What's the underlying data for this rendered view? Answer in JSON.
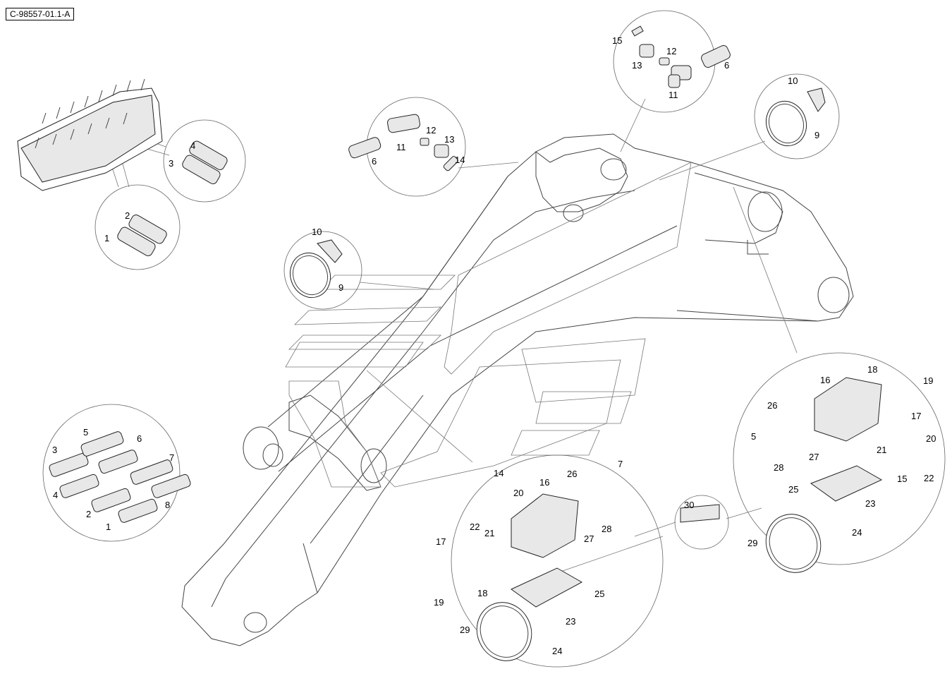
{
  "drawing_id": "C-98557-01.1-A",
  "callouts": [
    {
      "id": "c1",
      "text": "15"
    },
    {
      "id": "c2",
      "text": "12"
    },
    {
      "id": "c3",
      "text": "13"
    },
    {
      "id": "c4",
      "text": "6"
    },
    {
      "id": "c5",
      "text": "11"
    },
    {
      "id": "c6",
      "text": "10"
    },
    {
      "id": "c7",
      "text": "9"
    },
    {
      "id": "c8",
      "text": "12"
    },
    {
      "id": "c9",
      "text": "13"
    },
    {
      "id": "c10",
      "text": "11"
    },
    {
      "id": "c11",
      "text": "6"
    },
    {
      "id": "c12",
      "text": "14"
    },
    {
      "id": "c13",
      "text": "4"
    },
    {
      "id": "c14",
      "text": "3"
    },
    {
      "id": "c15",
      "text": "2"
    },
    {
      "id": "c16",
      "text": "1"
    },
    {
      "id": "c17",
      "text": "10"
    },
    {
      "id": "c18",
      "text": "9"
    },
    {
      "id": "c19",
      "text": "16"
    },
    {
      "id": "c20",
      "text": "18"
    },
    {
      "id": "c21",
      "text": "19"
    },
    {
      "id": "c22",
      "text": "17"
    },
    {
      "id": "c23",
      "text": "26"
    },
    {
      "id": "c24",
      "text": "20"
    },
    {
      "id": "c25",
      "text": "21"
    },
    {
      "id": "c26",
      "text": "5"
    },
    {
      "id": "c27",
      "text": "28"
    },
    {
      "id": "c28",
      "text": "27"
    },
    {
      "id": "c29",
      "text": "15"
    },
    {
      "id": "c30",
      "text": "22"
    },
    {
      "id": "c31",
      "text": "25"
    },
    {
      "id": "c32",
      "text": "23"
    },
    {
      "id": "c33",
      "text": "24"
    },
    {
      "id": "c34",
      "text": "30"
    },
    {
      "id": "c35",
      "text": "29"
    },
    {
      "id": "c36",
      "text": "5"
    },
    {
      "id": "c37",
      "text": "3"
    },
    {
      "id": "c38",
      "text": "6"
    },
    {
      "id": "c39",
      "text": "7"
    },
    {
      "id": "c40",
      "text": "4"
    },
    {
      "id": "c41",
      "text": "8"
    },
    {
      "id": "c42",
      "text": "2"
    },
    {
      "id": "c43",
      "text": "1"
    },
    {
      "id": "c44",
      "text": "14"
    },
    {
      "id": "c45",
      "text": "16"
    },
    {
      "id": "c46",
      "text": "26"
    },
    {
      "id": "c47",
      "text": "7"
    },
    {
      "id": "c48",
      "text": "20"
    },
    {
      "id": "c49",
      "text": "22"
    },
    {
      "id": "c50",
      "text": "21"
    },
    {
      "id": "c51",
      "text": "28"
    },
    {
      "id": "c52",
      "text": "27"
    },
    {
      "id": "c53",
      "text": "17"
    },
    {
      "id": "c54",
      "text": "18"
    },
    {
      "id": "c55",
      "text": "19"
    },
    {
      "id": "c56",
      "text": "25"
    },
    {
      "id": "c57",
      "text": "29"
    },
    {
      "id": "c58",
      "text": "23"
    },
    {
      "id": "c59",
      "text": "24"
    }
  ]
}
